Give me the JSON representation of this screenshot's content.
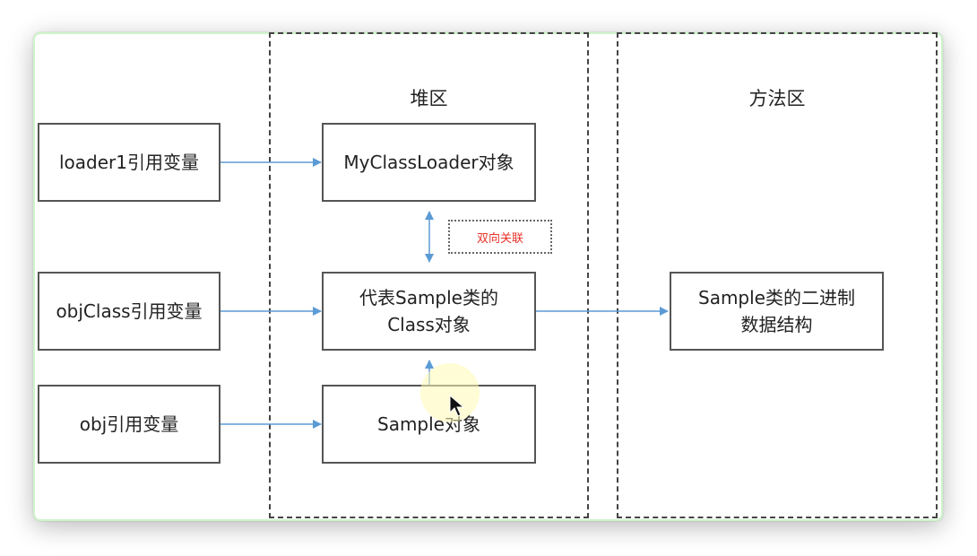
{
  "diagram": {
    "regions": {
      "heap": {
        "title": "堆区"
      },
      "method_area": {
        "title": "方法区"
      }
    },
    "boxes": {
      "loader1_ref": "loader1引用变量",
      "objclass_ref": "objClass引用变量",
      "obj_ref": "obj引用变量",
      "myclassloader_obj": "MyClassLoader对象",
      "class_obj_line1": "代表Sample类的",
      "class_obj_line2": "Class对象",
      "sample_obj": "Sample对象",
      "binary_line1": "Sample类的二进制",
      "binary_line2": "数据结构"
    },
    "annotation": "双向关联",
    "colors": {
      "arrow": "#5b9bd5",
      "annotation_text": "#e8332a",
      "region_border": "#444444",
      "card_border": "#ccf5c8"
    },
    "edges": [
      {
        "from": "loader1引用变量",
        "to": "MyClassLoader对象",
        "type": "directed"
      },
      {
        "from": "objClass引用变量",
        "to": "代表Sample类的Class对象",
        "type": "directed"
      },
      {
        "from": "obj引用变量",
        "to": "Sample对象",
        "type": "directed"
      },
      {
        "from": "MyClassLoader对象",
        "to": "代表Sample类的Class对象",
        "type": "bidirectional",
        "label": "双向关联"
      },
      {
        "from": "Sample对象",
        "to": "代表Sample类的Class对象",
        "type": "directed"
      },
      {
        "from": "代表Sample类的Class对象",
        "to": "Sample类的二进制数据结构",
        "type": "directed"
      }
    ]
  }
}
